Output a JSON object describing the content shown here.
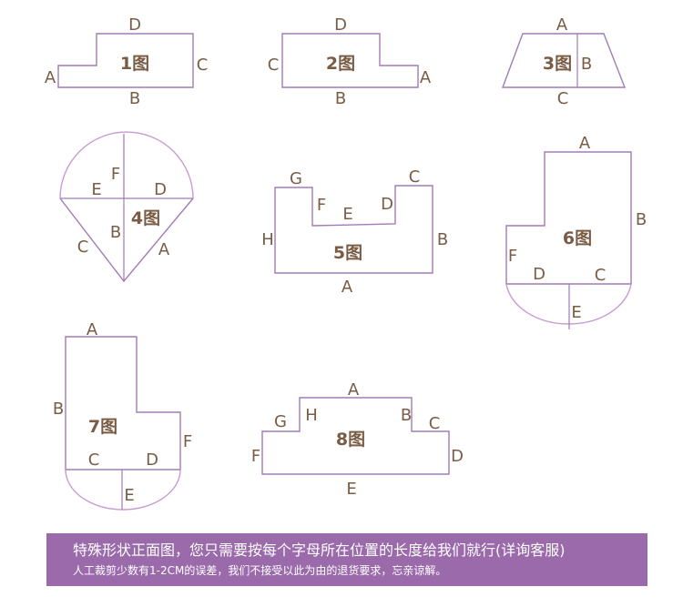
{
  "figures": {
    "fig1": {
      "title": "1图",
      "a": "A",
      "b": "B",
      "c": "C",
      "d": "D"
    },
    "fig2": {
      "title": "2图",
      "a": "A",
      "b": "B",
      "c": "C",
      "d": "D"
    },
    "fig3": {
      "title": "3图",
      "a": "A",
      "b": "B",
      "c": "C"
    },
    "fig4": {
      "title": "4图",
      "a": "A",
      "b": "B",
      "c": "C",
      "d": "D",
      "e": "E",
      "f": "F"
    },
    "fig5": {
      "title": "5图",
      "a": "A",
      "b": "B",
      "c": "C",
      "d": "D",
      "e": "E",
      "f": "F",
      "g": "G",
      "h": "H"
    },
    "fig6": {
      "title": "6图",
      "a": "A",
      "b": "B",
      "c": "C",
      "d": "D",
      "e": "E",
      "f": "F"
    },
    "fig7": {
      "title": "7图",
      "a": "A",
      "b": "B",
      "c": "C",
      "d": "D",
      "e": "E",
      "f": "F"
    },
    "fig8": {
      "title": "8图",
      "a": "A",
      "b": "B",
      "c": "C",
      "d": "D",
      "e": "E",
      "f": "F",
      "g": "G",
      "h": "H"
    }
  },
  "banner": {
    "line1": "特殊形状正面图，您只需要按每个字母所在位置的长度给我们就行(详询客服)",
    "line2": "人工裁剪少数有1-2CM的误差，我们不接受以此为由的退货要求，忘亲谅解。"
  },
  "colors": {
    "outline": "#a27bb6",
    "arc": "#c79bd2",
    "label": "#7a5c45",
    "banner": "#9a6aaa"
  }
}
